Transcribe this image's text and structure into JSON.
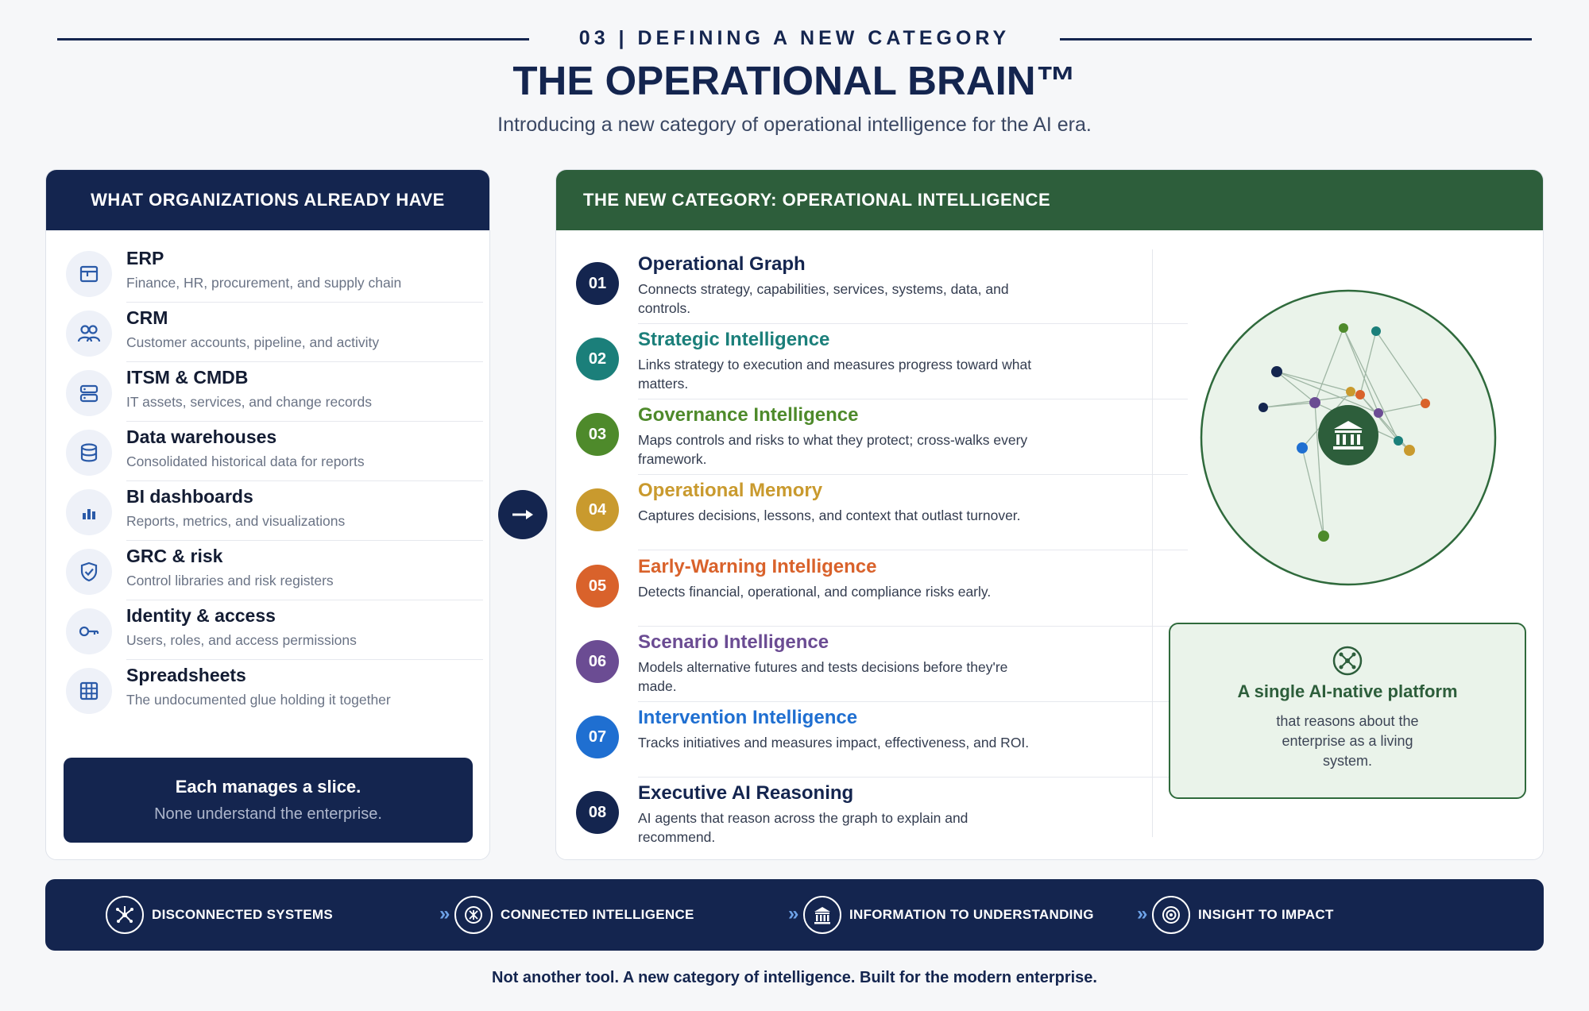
{
  "header": {
    "eyebrow": "03 | DEFINING A NEW CATEGORY",
    "title": "THE OPERATIONAL BRAIN™",
    "subtitle": "Introducing a new category of operational intelligence for the AI era."
  },
  "left_panel": {
    "heading": "WHAT ORGANIZATIONS ALREADY HAVE",
    "items": [
      {
        "name": "ERP",
        "desc": "Finance, HR, procurement, and supply chain",
        "icon": "window-icon"
      },
      {
        "name": "CRM",
        "desc": "Customer accounts, pipeline, and activity",
        "icon": "users-icon"
      },
      {
        "name": "ITSM & CMDB",
        "desc": "IT assets, services, and change records",
        "icon": "server-icon"
      },
      {
        "name": "Data warehouses",
        "desc": "Consolidated historical data for reports",
        "icon": "database-icon"
      },
      {
        "name": "BI dashboards",
        "desc": "Reports, metrics, and visualizations",
        "icon": "bar-chart-icon"
      },
      {
        "name": "GRC & risk",
        "desc": "Control libraries and risk registers",
        "icon": "shield-check-icon"
      },
      {
        "name": "Identity & access",
        "desc": "Users, roles, and access permissions",
        "icon": "key-icon"
      },
      {
        "name": "Spreadsheets",
        "desc": "The undocumented glue holding it together",
        "icon": "grid-icon"
      }
    ],
    "callout": {
      "line1": "Each manages a slice.",
      "line2": "None understand the enterprise."
    }
  },
  "right_panel": {
    "heading": "THE NEW CATEGORY: OPERATIONAL INTELLIGENCE",
    "items": [
      {
        "num": "01",
        "name": "Operational Graph",
        "desc": "Connects strategy, capabilities, services, systems, data, and controls.",
        "color": "#14254f"
      },
      {
        "num": "02",
        "name": "Strategic Intelligence",
        "desc": "Links strategy to execution and measures progress toward what matters.",
        "color": "#1b7f7a"
      },
      {
        "num": "03",
        "name": "Governance Intelligence",
        "desc": "Maps controls and risks to what they protect; cross-walks every framework.",
        "color": "#4e8a2b"
      },
      {
        "num": "04",
        "name": "Operational Memory",
        "desc": "Captures decisions, lessons, and context that outlast turnover.",
        "color": "#c99a2e"
      },
      {
        "num": "05",
        "name": "Early-Warning Intelligence",
        "desc": "Detects financial, operational, and compliance risks early.",
        "color": "#d9622b"
      },
      {
        "num": "06",
        "name": "Scenario Intelligence",
        "desc": "Models alternative futures and tests decisions before they're made.",
        "color": "#6b4c93"
      },
      {
        "num": "07",
        "name": "Intervention Intelligence",
        "desc": "Tracks initiatives and measures impact, effectiveness, and ROI.",
        "color": "#1f6fd1"
      },
      {
        "num": "08",
        "name": "Executive AI Reasoning",
        "desc": "AI agents that reason across the graph to explain and recommend.",
        "color": "#14254f"
      }
    ],
    "platform": {
      "title": "A single AI-native platform",
      "desc": "that reasons about the enterprise as a living system.",
      "icon": "network-hub-icon"
    },
    "center_icon": "institution-icon"
  },
  "flow": {
    "chevron": "»",
    "steps": [
      {
        "label": "DISCONNECTED SYSTEMS",
        "icon": "scatter-nodes-icon"
      },
      {
        "label": "CONNECTED INTELLIGENCE",
        "icon": "connected-nodes-icon"
      },
      {
        "label": "INFORMATION TO UNDERSTANDING",
        "icon": "institution-icon"
      },
      {
        "label": "INSIGHT TO IMPACT",
        "icon": "target-icon"
      }
    ]
  },
  "footer": {
    "tagline": "Not another tool. A new category of intelligence. Built for the modern enterprise."
  },
  "colors": {
    "navy": "#14254f",
    "green": "#2d5e3b",
    "light_green": "#eaf3ea",
    "chevron": "#6ea3e8"
  }
}
